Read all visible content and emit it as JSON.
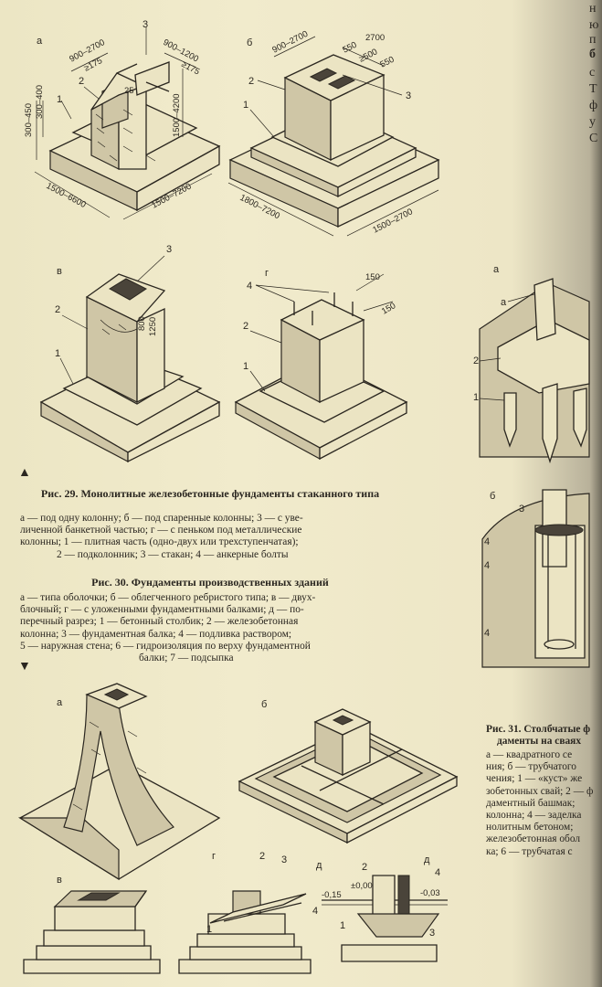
{
  "fig29": {
    "title": "Рис. 29. Монолитные железобетонные фундаменты стаканного типа",
    "lines": [
      "а — под одну колонну; б — под спаренные колонны; 3 — с уве-",
      "личенной банкетной частью; г — с пеньком под металлические",
      "колонны; 1 — плитная часть (одно-двух или трехступенчатая);",
      "2 — подколонник; 3 — стакан; 4 — анкерные болты"
    ],
    "panel_letters": [
      "а",
      "б",
      "в",
      "г"
    ],
    "dims_a": [
      "900–2700",
      "900–1200",
      "≥175",
      "≥175",
      "300–450",
      "300–400",
      "25",
      "1500–4200",
      "1500–6600",
      "1500–7200"
    ],
    "dims_b": [
      "900–2700",
      "2700",
      "550",
      "≥500",
      "550",
      "1800–7200",
      "1500–2700"
    ],
    "dims_v": [
      "800",
      "1250"
    ],
    "dims_g": [
      "150",
      "150"
    ],
    "callouts": [
      "1",
      "2",
      "3",
      "4"
    ]
  },
  "fig30": {
    "title": "Рис. 30. Фундаменты производственных зданий",
    "lines": [
      "а — типа оболочки; б — облегченного ребристого типа; в — двух-",
      "блочный; г — с уложенными фундаментными балками; д — по-",
      "перечный разрез; 1 — бетонный столбик; 2 — железобетонная",
      "колонна; 3 — фундаментная балка; 4 — подливка раствором;",
      "5 — наружная стена; 6 — гидроизоляция по верху фундаментной",
      "балки; 7 — подсыпка"
    ],
    "panel_letters": [
      "а",
      "б",
      "в",
      "г",
      "д"
    ],
    "levels": [
      "-0,15",
      "±0,00",
      "-0,03"
    ]
  },
  "fig31": {
    "title_lines": [
      "Рис. 31. Столбчатые ф",
      "даменты на сваях"
    ],
    "lines": [
      "а — квадратного се",
      "ния; б — трубчатого",
      "чения; 1 — «куст» же",
      "зобетонных свай; 2 — ф",
      "даментный башмак;",
      "колонна; 4 — заделка",
      "нолитным бетоном;",
      "железобетонная обол",
      "ка; 6 — трубчатая с"
    ],
    "panel_letters": [
      "а",
      "б"
    ]
  },
  "edge_text": [
    "н",
    "ю",
    "п",
    "б",
    "с",
    "Т",
    "ф",
    "у",
    "С"
  ],
  "markers": {
    "up": "▲",
    "down": "▼"
  }
}
